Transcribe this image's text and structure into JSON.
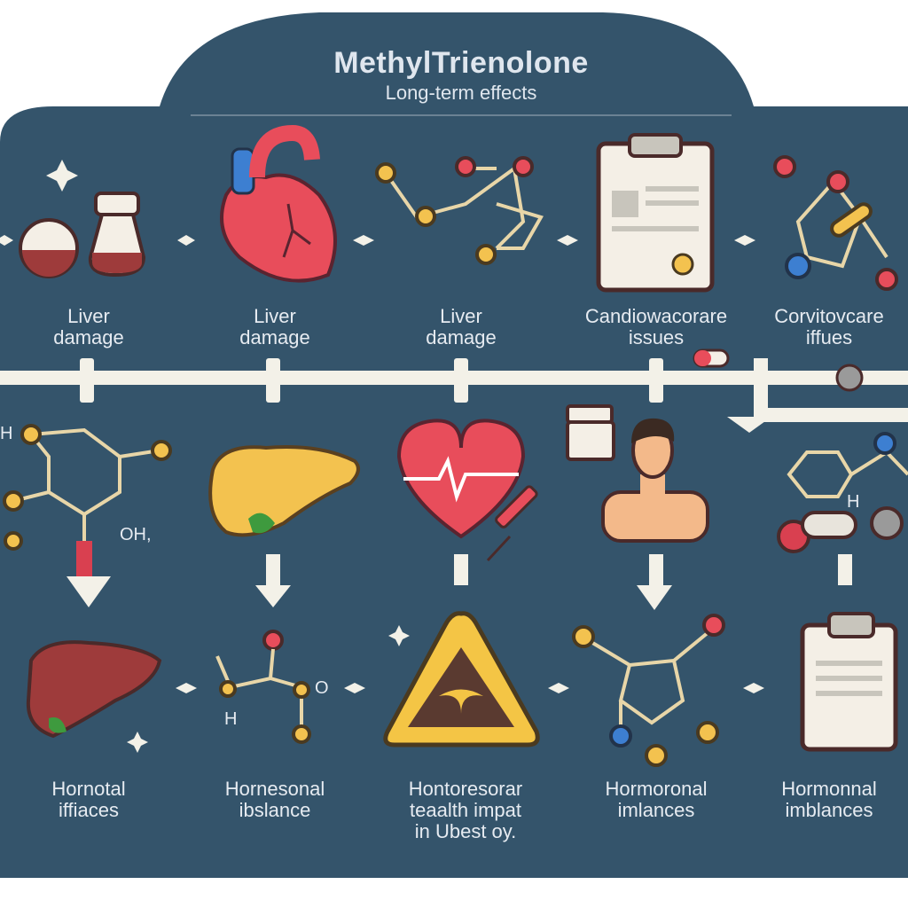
{
  "header": {
    "title": "MethylTrienolone",
    "subtitle": "Long-term effects"
  },
  "colors": {
    "background_panel": "#34546b",
    "timeline": "#f3f1e8",
    "heart_red": "#e84d5b",
    "liver_brown": "#9e3b3b",
    "liver_yellow": "#f3c24f",
    "warning_yellow": "#f4c545"
  },
  "row1": {
    "items": [
      {
        "label": "Liver\ndamage",
        "icon": "flask-icon"
      },
      {
        "label": "Liver\ndamage",
        "icon": "heart-organ-icon"
      },
      {
        "label": "Liver\ndamage",
        "icon": "molecule-icon"
      },
      {
        "label": "Candiowacorare\nissues",
        "icon": "clipboard-icon"
      },
      {
        "label": "Corvitovcare\niffues",
        "icon": "molecule-icon"
      }
    ]
  },
  "row2": {
    "molecule_label": "OH,",
    "h_label": "H",
    "items": [
      {
        "icon": "molecule-icon"
      },
      {
        "icon": "liver-icon"
      },
      {
        "icon": "heartbeat-syringe-icon"
      },
      {
        "icon": "person-icon"
      },
      {
        "icon": "molecule-icon"
      }
    ]
  },
  "row3": {
    "h_label": "H",
    "o_label": "O",
    "items": [
      {
        "label": "Hornotal\niffiaces",
        "icon": "liver-icon"
      },
      {
        "label": "Hornesonal\nibslance",
        "icon": "molecule-icon"
      },
      {
        "label": "Hontoresorar\nteaalth impat\nin Ubest oy.",
        "icon": "warning-icon"
      },
      {
        "label": "Hormoronal\nimlances",
        "icon": "molecule-icon"
      },
      {
        "label": "Hormonnal\nimblances",
        "icon": "clipboard-icon"
      }
    ]
  }
}
